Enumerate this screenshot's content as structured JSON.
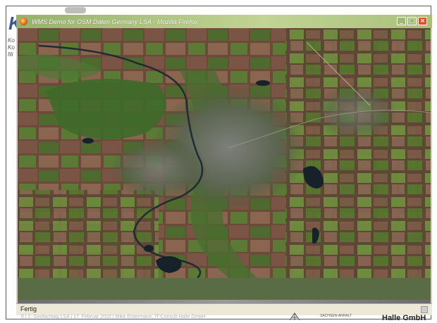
{
  "window": {
    "title": "WMS Demo for OSM Daten Germany LSA - Mozilla Firefox",
    "buttons": {
      "minimize": "_",
      "maximize": "□",
      "close": "×"
    }
  },
  "status": {
    "text": "Fertig"
  },
  "slide": {
    "logo_letter": "K",
    "side_text": "Ko Ko fili",
    "footer_text": "6 | 2. Geofachtag LSA | 17. Februar 2010 | Mike Elstermann, IT-Consult Halle GmbH",
    "footer_sub": "SACHSEN-ANHALT",
    "brand": "Halle GmbH"
  },
  "colors": {
    "titlebar": "#a9c07a",
    "close_button": "#e0502a",
    "map_band": "#5a6c45"
  },
  "map": {
    "content": "satellite-imagery",
    "river_path": "meandering-river"
  }
}
